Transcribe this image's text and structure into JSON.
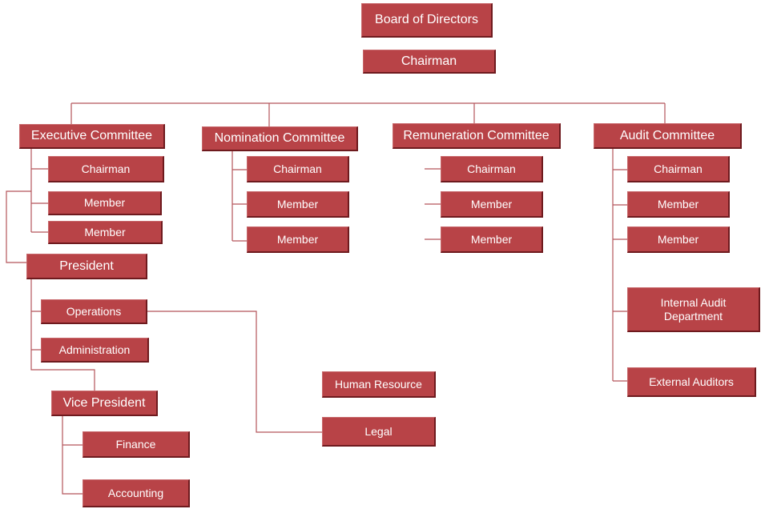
{
  "org_chart": {
    "board": "Board of Directors",
    "chairman": "Chairman",
    "committees": {
      "executive": {
        "title": "Executive Committee",
        "chairman": "Chairman",
        "member1": "Member",
        "member2": "Member"
      },
      "nomination": {
        "title": "Nomination Committee",
        "chairman": "Chairman",
        "member1": "Member",
        "member2": "Member"
      },
      "remuneration": {
        "title": "Remuneration Committee",
        "chairman": "Chairman",
        "member1": "Member",
        "member2": "Member"
      },
      "audit": {
        "title": "Audit Committee",
        "chairman": "Chairman",
        "member1": "Member",
        "member2": "Member",
        "internal_audit": "Internal Audit Department",
        "external_auditors": "External Auditors"
      }
    },
    "president": {
      "title": "President",
      "operations": "Operations",
      "administration": "Administration"
    },
    "vice_president": {
      "title": "Vice President",
      "finance": "Finance",
      "accounting": "Accounting"
    },
    "human_resource": "Human Resource",
    "legal": "Legal"
  },
  "colors": {
    "box_fill": "#b84347",
    "box_shadow": "#6e1a1e",
    "connector": "#b4555a",
    "text": "#ffffff"
  }
}
